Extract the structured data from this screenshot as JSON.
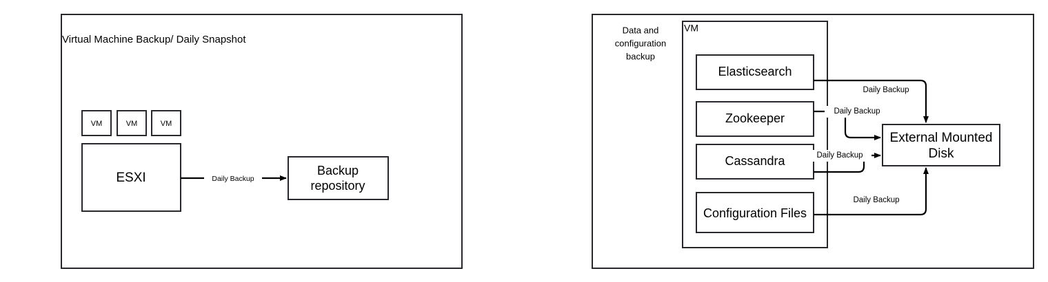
{
  "diagram": {
    "left_panel": {
      "title": "Virtual Machine Backup/ Daily Snapshot",
      "vm_boxes": [
        {
          "label": "VM"
        },
        {
          "label": "VM"
        },
        {
          "label": "VM"
        }
      ],
      "host_box": {
        "label": "ESXI"
      },
      "target_box": {
        "line1": "Backup",
        "line2": "repository"
      },
      "edge_label": "Daily Backup"
    },
    "right_panel": {
      "side_label": {
        "line1": "Data and",
        "line2": "configuration",
        "line3": "backup"
      },
      "vm_container_label": "VM",
      "components": [
        {
          "label": "Elasticsearch"
        },
        {
          "label": "Zookeeper"
        },
        {
          "label": "Cassandra"
        },
        {
          "label": "Configuration Files"
        }
      ],
      "target_box": {
        "line1": "External Mounted",
        "line2": "Disk"
      },
      "edge_labels": [
        {
          "text": "Daily Backup",
          "from": "Elasticsearch"
        },
        {
          "text": "Daily Backup",
          "from": "Zookeeper"
        },
        {
          "text": "Daily Backup",
          "from": "Cassandra"
        },
        {
          "text": "Daily Backup",
          "from": "Configuration Files"
        }
      ]
    },
    "colors": {
      "stroke": "#26282b",
      "connector": "#000000",
      "background": "#ffffff",
      "text": "#000000"
    }
  }
}
